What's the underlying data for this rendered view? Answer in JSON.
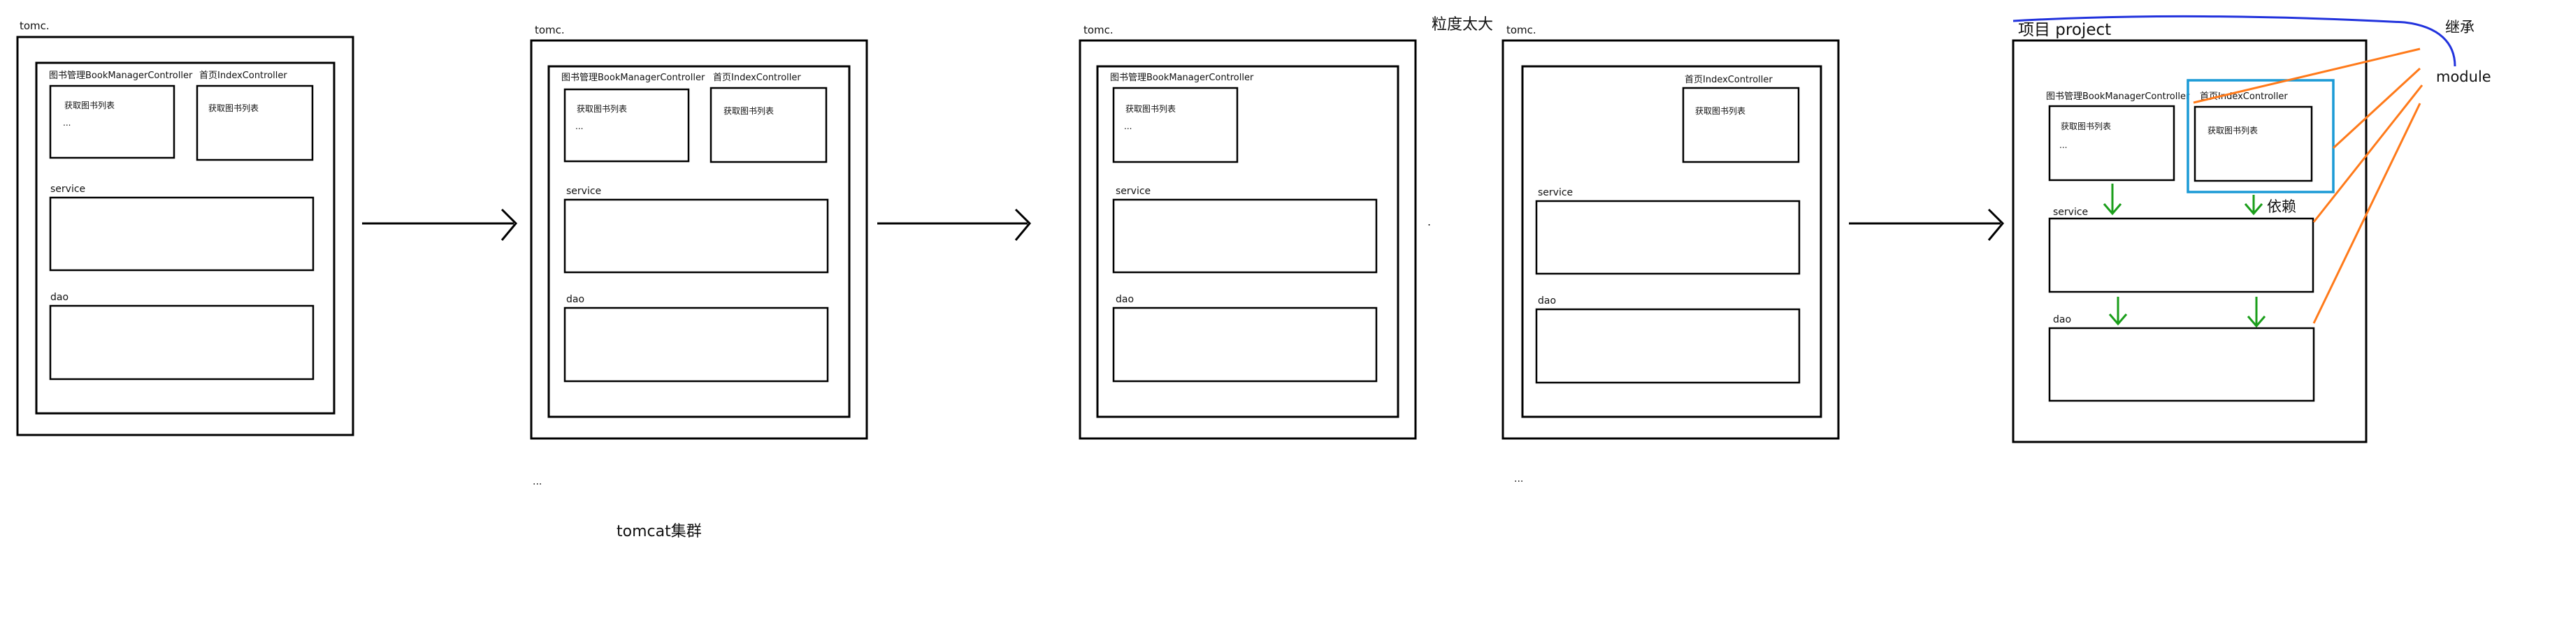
{
  "labels": {
    "tomcat_short": "tomc.",
    "book_controller": "图书管理BookManagerController",
    "index_controller": "首页IndexController",
    "get_book_list": "获取图书列表",
    "ellipsis_short": "...",
    "service": "service",
    "dao": "dao",
    "dot": ".",
    "ellipsis": "...",
    "cluster_caption": "tomcat集群",
    "granularity_note": "粒度太大",
    "project_title": "项目 project",
    "inherit_label": "继承",
    "module_label": "module",
    "dependency_label": "依赖"
  },
  "colors": {
    "inherit": "#2233dd",
    "module": "#ff7a1a",
    "dependency": "#1a9e1a",
    "highlight_box": "#1a9ad6"
  },
  "icons": [
    "arrow-right-icon",
    "arrow-down-icon"
  ]
}
